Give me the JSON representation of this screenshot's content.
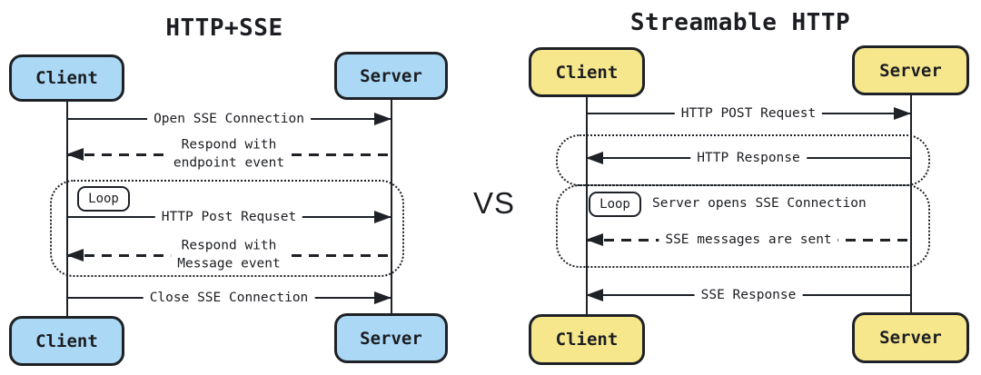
{
  "colors": {
    "stroke": "#1e2126",
    "blue": "#abd8f5",
    "yellow": "#f6e78d",
    "bg": "#ffffff"
  },
  "left": {
    "title": "HTTP+SSE",
    "top_client": "Client",
    "top_server": "Server",
    "bottom_client": "Client",
    "bottom_server": "Server",
    "loop_label": "Loop",
    "messages": {
      "open_sse": "Open SSE Connection",
      "respond_endpoint_1": "Respond with",
      "respond_endpoint_2": "endpoint event",
      "http_post": "HTTP Post Requset",
      "respond_message_1": "Respond with",
      "respond_message_2": "Message event",
      "close_sse": "Close SSE Connection"
    }
  },
  "divider": {
    "vs": "VS"
  },
  "right": {
    "title": "Streamable HTTP",
    "top_client": "Client",
    "top_server": "Server",
    "bottom_client": "Client",
    "bottom_server": "Server",
    "loop_label": "Loop",
    "loop_title": "Server opens SSE Connection",
    "messages": {
      "http_post": "HTTP POST Request",
      "http_response": "HTTP Response",
      "sse_messages": "SSE messages are sent",
      "sse_response": "SSE Response"
    }
  }
}
